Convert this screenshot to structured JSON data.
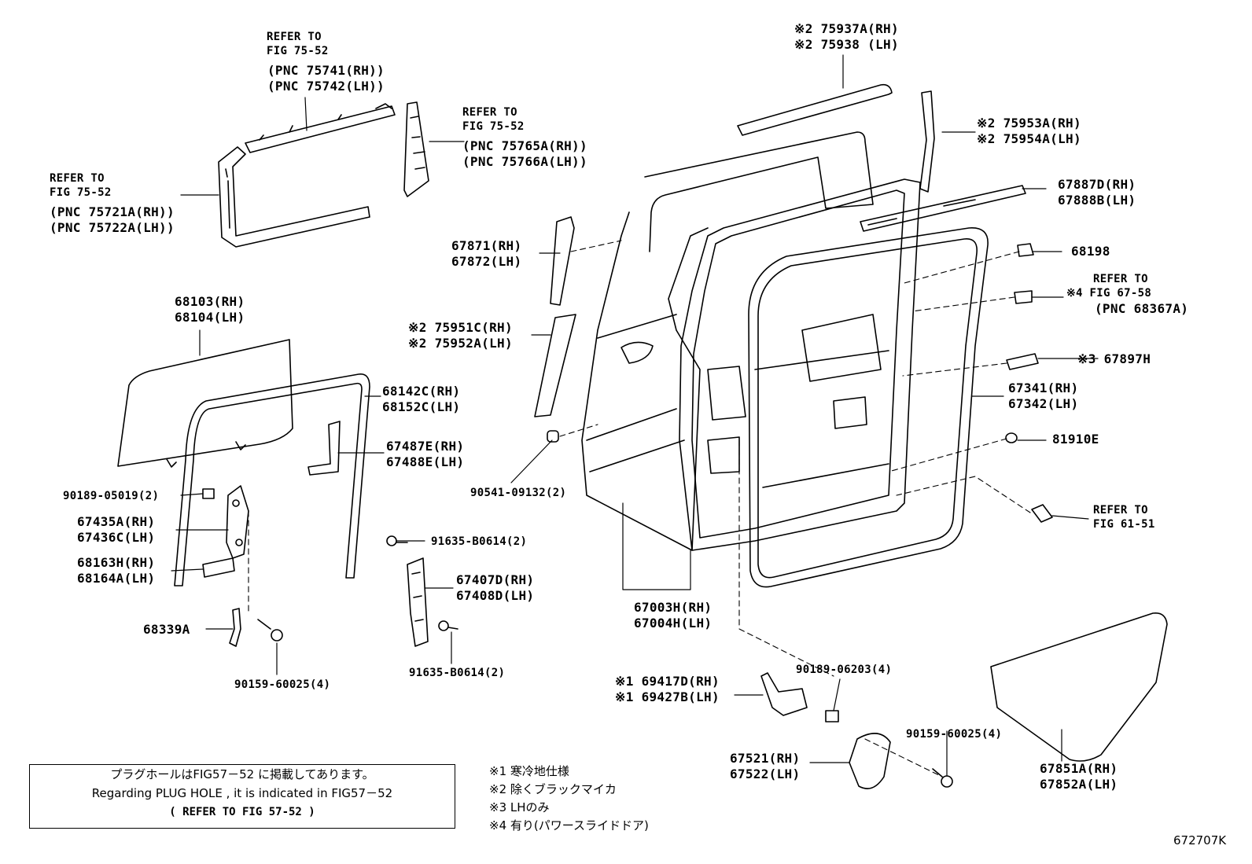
{
  "labels": {
    "ref_75741": [
      "REFER TO",
      "FIG 75-52",
      "(PNC 75741(RH))",
      "(PNC 75742(LH))"
    ],
    "ref_75765": [
      "REFER TO",
      "FIG 75-52",
      "(PNC 75765A(RH))",
      "(PNC 75766A(LH))"
    ],
    "ref_75721": [
      "REFER TO",
      "FIG 75-52",
      "(PNC 75721A(RH))",
      "(PNC 75722A(LH))"
    ],
    "p75937": [
      "※2 75937A(RH)",
      "※2 75938 (LH)"
    ],
    "p75953": [
      "※2 75953A(RH)",
      "※2 75954A(LH)"
    ],
    "p67887": [
      "67887D(RH)",
      "67888B(LH)"
    ],
    "p68198": "68198",
    "ref_68367": [
      "REFER TO",
      "※4 FIG 67-58",
      "(PNC 68367A)"
    ],
    "p67897": "※3 67897H",
    "p67341": [
      "67341(RH)",
      "67342(LH)"
    ],
    "p81910": "81910E",
    "ref_6151": [
      "REFER TO",
      "FIG 61-51"
    ],
    "p67871": [
      "67871(RH)",
      "67872(LH)"
    ],
    "p75951": [
      "※2 75951C(RH)",
      "※2 75952A(LH)"
    ],
    "p68103": [
      "68103(RH)",
      "68104(LH)"
    ],
    "p68142": [
      "68142C(RH)",
      "68152C(LH)"
    ],
    "p67487": [
      "67487E(RH)",
      "67488E(LH)"
    ],
    "p90189a": "90189-05019(2)",
    "p67435": [
      "67435A(RH)",
      "67436C(LH)"
    ],
    "p68163": [
      "68163H(RH)",
      "68164A(LH)"
    ],
    "p68339": "68339A",
    "p90159a": "90159-60025(4)",
    "p91635a": "91635-B0614(2)",
    "p67407": [
      "67407D(RH)",
      "67408D(LH)"
    ],
    "p91635b": "91635-B0614(2)",
    "p90541": "90541-09132(2)",
    "p67003": [
      "67003H(RH)",
      "67004H(LH)"
    ],
    "p90189b": "90189-06203(4)",
    "p69417": [
      "※1 69417D(RH)",
      "※1 69427B(LH)"
    ],
    "p90159b": "90159-60025(4)",
    "p67521": [
      "67521(RH)",
      "67522(LH)"
    ],
    "p67851": [
      "67851A(RH)",
      "67852A(LH)"
    ]
  },
  "note": {
    "line1": "プラグホールはFIG57－52 に掲載してあります。",
    "line2": "Regarding PLUG HOLE , it is indicated in FIG57－52",
    "line3": "( REFER TO FIG 57-52 )"
  },
  "legend": [
    "※1 寒冷地仕様",
    "※2 除くブラックマイカ",
    "※3 LHのみ",
    "※4 有り(パワースライドドア)"
  ],
  "figure_code": "672707K"
}
